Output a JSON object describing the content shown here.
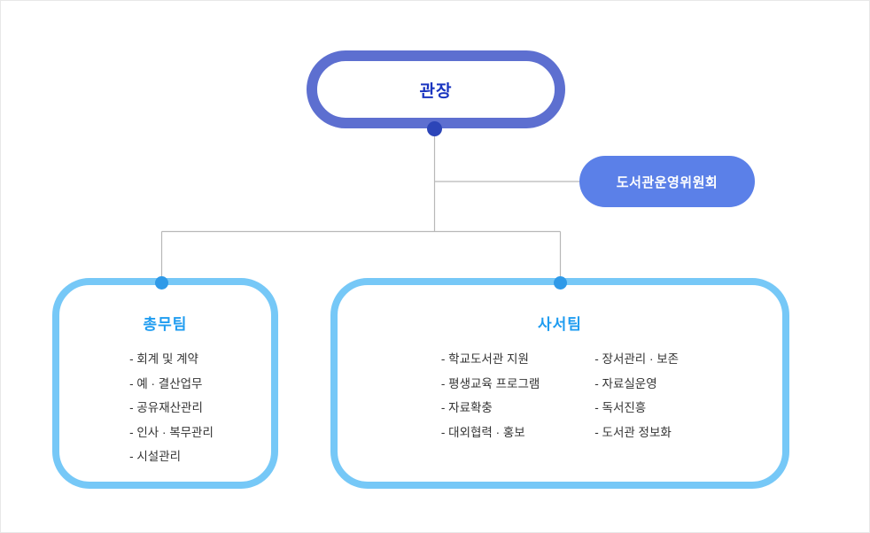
{
  "chart": {
    "type": "org-chart",
    "background": "#ffffff",
    "colors": {
      "root_border": "#5d6fd0",
      "root_text": "#1a35c0",
      "root_dot": "#2c45b8",
      "committee_fill": "#5b80e8",
      "committee_text": "#ffffff",
      "team_border": "#76c8f7",
      "team_title": "#1f9cf0",
      "team_dot": "#2f9ae8",
      "connector_line": "#b8b8b8",
      "item_text": "#333333"
    }
  },
  "root": {
    "label": "관장"
  },
  "committee": {
    "label": "도서관운영위원회"
  },
  "teams": [
    {
      "id": "general-affairs",
      "title": "총무팀",
      "columns": [
        {
          "items": [
            "회계 및 계약",
            "예 · 결산업무",
            "공유재산관리",
            "인사 · 복무관리",
            "시설관리"
          ]
        }
      ]
    },
    {
      "id": "librarian",
      "title": "사서팀",
      "columns": [
        {
          "items": [
            "학교도서관 지원",
            "평생교육 프로그램",
            "자료확충",
            "대외협력 · 홍보"
          ]
        },
        {
          "items": [
            "장서관리 · 보존",
            "자료실운영",
            "독서진흥",
            "도서관 정보화"
          ]
        }
      ]
    }
  ]
}
